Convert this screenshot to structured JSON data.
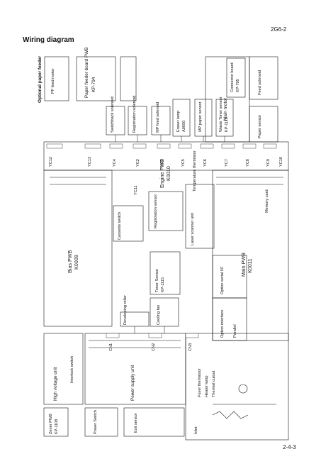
{
  "header": {
    "code": "2G6-2"
  },
  "title": "Wiring diagram",
  "footer": {
    "page": "2-4-3"
  },
  "boards": {
    "bias": {
      "name": "Bias PWB",
      "code": "K0009"
    },
    "engine": {
      "name": "Engine PWB",
      "code": "K0010"
    },
    "main": {
      "name": "Main PWB",
      "code": "K0011"
    },
    "paper_feeder": {
      "name": "Paper feeder board PWB",
      "code": "KP-794"
    },
    "connector_board": {
      "name": "Connector board",
      "code": "KP-795"
    },
    "zener": {
      "name": "Zener PWB",
      "code": "KP-1108"
    }
  },
  "components": {
    "optional_feeder": "Optional paper feeder",
    "pf_feed_motor": "PF feed motor",
    "switchback_solenoid": "Switchback solenoid",
    "registration_solenoid": "Registration solenoid",
    "mp_feed_solenoid": "MP feed solenoid",
    "eraser_lamp": "Eraser lamp",
    "eraser_code": "A0050",
    "mp_paper_sensor": "MP paper sensor",
    "waste_toner_sensor": "Waste Toner sensor",
    "waste_toner_code": "KP-1115",
    "main_motor": "Main motor",
    "feed_solenoid": "Feed solenoid",
    "paper_sensor": "Paper sensor",
    "temperature_thermistor": "Temperature thermistor",
    "high_voltage_unit": "High voltage unit",
    "interlock_switch": "Interlock switch",
    "power_supply_unit": "Power supply unit",
    "exit_sensor": "Exit sensor",
    "fuser_thermistor": "Fuser thermistor",
    "heater_lamp": "Heater lamp",
    "thermal_cutout": "Thermal cutout",
    "power_switch": "Power Switch",
    "inlet": "Inlet",
    "cassette_switch": "Cassette switch",
    "registration_sensor": "Registration sensor",
    "laser_scanner_unit": "Laser scanner unit",
    "toner_sensor": "Toner Sensor",
    "toner_sensor_code": "KP-1115",
    "cooling_fan": "Cooling fan",
    "developing_roller": "Developing roller",
    "memory_card": "Memory card",
    "option_serial_if": "Option serial I/F",
    "option_interface": "Option interface",
    "parallel": "Parallel"
  },
  "connectors": {
    "yc12": "YC12",
    "yc13": "YC13",
    "yc4": "YC4",
    "yc2": "YC2",
    "yc3": "YC3",
    "yc5": "YC5",
    "yc6": "YC6",
    "yc7": "YC7",
    "yc8": "YC8",
    "yc9": "YC9",
    "yc10": "YC10",
    "yc11": "YC11",
    "cn1": "CN1",
    "cn2": "CN2",
    "cn3": "CN3"
  }
}
